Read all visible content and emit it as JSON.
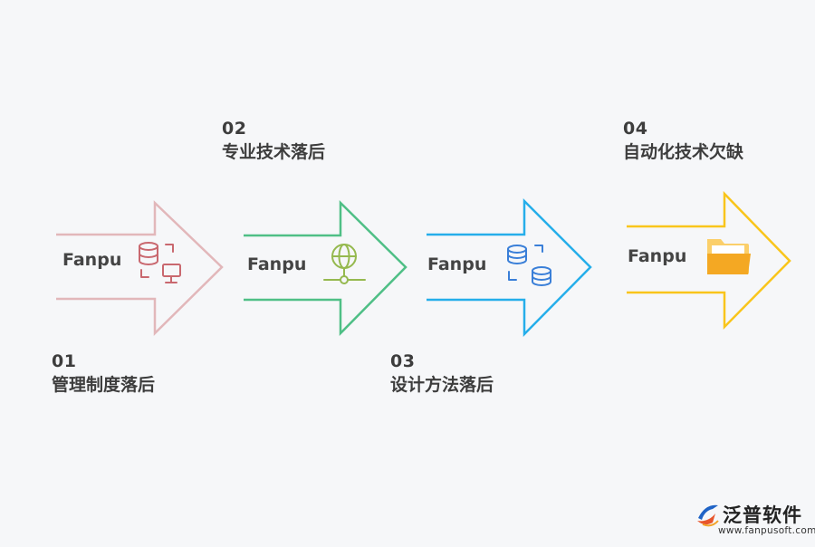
{
  "steps": [
    {
      "num": "01",
      "text": "管理制度落后",
      "arrow_label": "Fanpu",
      "color": "#e2b7ba",
      "icon": "database-monitor-icon",
      "icon_color": "#c9686f"
    },
    {
      "num": "02",
      "text": "专业技术落后",
      "arrow_label": "Fanpu",
      "color": "#4fbf86",
      "icon": "globe-network-icon",
      "icon_color": "#95b94f"
    },
    {
      "num": "03",
      "text": "设计方法落后",
      "arrow_label": "Fanpu",
      "color": "#25aeea",
      "icon": "database-transfer-icon",
      "icon_color": "#3a7fd8"
    },
    {
      "num": "04",
      "text": "自动化技术欠缺",
      "arrow_label": "Fanpu",
      "color": "#f9c51b",
      "icon": "folder-icon",
      "icon_color": "#f4a823"
    }
  ],
  "watermark": {
    "brand": "泛普软件",
    "url": "www.fanpusoft.com"
  }
}
